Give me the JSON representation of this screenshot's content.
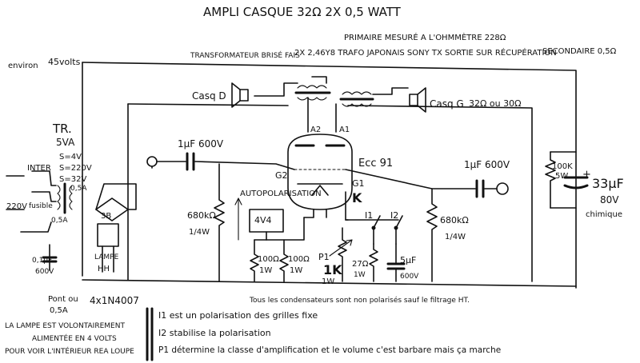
{
  "title": "AMPLI CASQUE 32Ω 2X 0,5 WATT",
  "labels": {
    "environ": "environ",
    "v45": "45volts",
    "transfo": "TRANSFORMATEUR BRISÉ FAIS",
    "transfo2": "2X 2,46Y8 TRAFO JAPONAIS SONY TX SORTIE SUR RÉCUPÉRATION",
    "primaire": "PRIMAIRE MESURÉ A L'OHMMÈTRE 228Ω",
    "secondaire": "SECONDAIRE 0,5Ω",
    "cas_d": "Casq D",
    "cas_g": "Casq G",
    "ohm32": "32Ω ou 30Ω",
    "a2": "A2",
    "a1": "A1",
    "g2": "G2",
    "g1": "G1",
    "k": "K",
    "tube": "Ecc 91",
    "cap_left": "1µF 600V",
    "cap_right": "1µF 600V",
    "autopol": "AUTOPOLARISATION",
    "r_grid_left": "680kΩ",
    "r_grid_left_w": "1/4W",
    "r_grid_right": "680kΩ",
    "r_grid_right_w": "1/4W",
    "heater": "4V4",
    "r100a": "100Ω",
    "r100a_w": "1W",
    "r100b": "100Ω",
    "r100b_w": "1W",
    "p1": "P1",
    "pot_value": "1K",
    "pot_w": "1W",
    "i1": "I1",
    "i2": "I2",
    "r27": "27Ω",
    "r27_w": "1W",
    "c5": "5µF",
    "c5_v": "600V",
    "r100k": "100K",
    "r100k_w": "5W",
    "c_filter_plus": "+",
    "c_filter": "33µF",
    "c_filter_v": "80V",
    "chimique": "chimique",
    "tr": "TR.",
    "tr_va": "5VA",
    "tr_s1": "S=4V",
    "tr_s2": "S=220V",
    "tr_s3": "S=32V",
    "tr_s3b": "0,5A",
    "inter": "INTER",
    "v220": "220V",
    "fusible": "fusible",
    "fus_val": "0,5A",
    "c_c1": "0,1µF",
    "c_c1_v": "600V",
    "lampe": "LAMPE",
    "hh": "HH",
    "bridge": "3B",
    "pont": "Pont ou",
    "pont2": "0,5A",
    "diodes": "4x1N4007",
    "caps_note": "Tous les condensateurs sont non polarisés sauf le filtrage HT.",
    "lamp_note1": "LA LAMPE EST VOLONTAIREMENT",
    "lamp_note2": "ALIMENTÉE EN 4 VOLTS",
    "lamp_note3": "POUR VOIR L'INTÉRIEUR REA LOUPE",
    "note1": "I1 est un polarisation des grilles fixe",
    "note2": "I2 stabilise la polarisation",
    "note3": "P1 détermine la classe d'amplification et le volume c'est barbare mais ça marche"
  }
}
